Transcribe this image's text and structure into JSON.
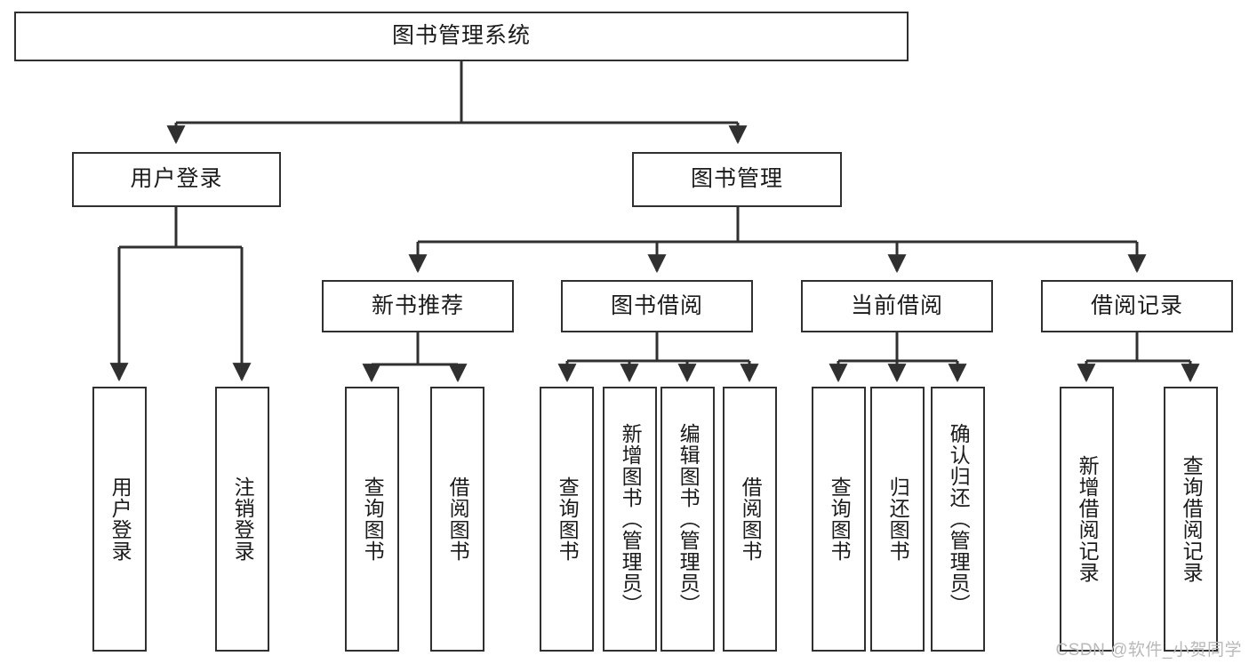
{
  "diagram": {
    "type": "tree-hierarchy-chart",
    "title": "图书管理系统",
    "watermark": "CSDN @软件_小贺同学",
    "colors": {
      "box_border": "#303030",
      "box_fill": "#ffffff",
      "edge": "#303030",
      "text": "#1b1b1b",
      "watermark": "#b9b9b9"
    },
    "nodes": {
      "root": {
        "label": "图书管理系统"
      },
      "level2": [
        {
          "id": "user-login",
          "label": "用户登录"
        },
        {
          "id": "book-manage",
          "label": "图书管理"
        }
      ],
      "level3": [
        {
          "id": "new-book-recommend",
          "label": "新书推荐"
        },
        {
          "id": "book-borrow",
          "label": "图书借阅"
        },
        {
          "id": "current-borrow",
          "label": "当前借阅"
        },
        {
          "id": "borrow-record",
          "label": "借阅记录"
        }
      ],
      "leaves": {
        "user_login": [
          {
            "id": "leaf-user-login",
            "label": "用户登录"
          },
          {
            "id": "leaf-logout-login",
            "label": "注销登录"
          }
        ],
        "new_book_recommend": [
          {
            "id": "leaf-query-book-1",
            "label": "查询图书"
          },
          {
            "id": "leaf-borrow-book-1",
            "label": "借阅图书"
          }
        ],
        "book_borrow": [
          {
            "id": "leaf-query-book-2",
            "label": "查询图书"
          },
          {
            "id": "leaf-add-book",
            "label": "新增图书（管理员）"
          },
          {
            "id": "leaf-edit-book",
            "label": "编辑图书（管理员）"
          },
          {
            "id": "leaf-borrow-book-2",
            "label": "借阅图书"
          }
        ],
        "current_borrow": [
          {
            "id": "leaf-query-book-3",
            "label": "查询图书"
          },
          {
            "id": "leaf-return-book",
            "label": "归还图书"
          },
          {
            "id": "leaf-confirm-return",
            "label": "确认归还（管理员）"
          }
        ],
        "borrow_record": [
          {
            "id": "leaf-add-borrow-record",
            "label": "新增借阅记录"
          },
          {
            "id": "leaf-query-borrow-record",
            "label": "查询借阅记录"
          }
        ]
      }
    }
  }
}
